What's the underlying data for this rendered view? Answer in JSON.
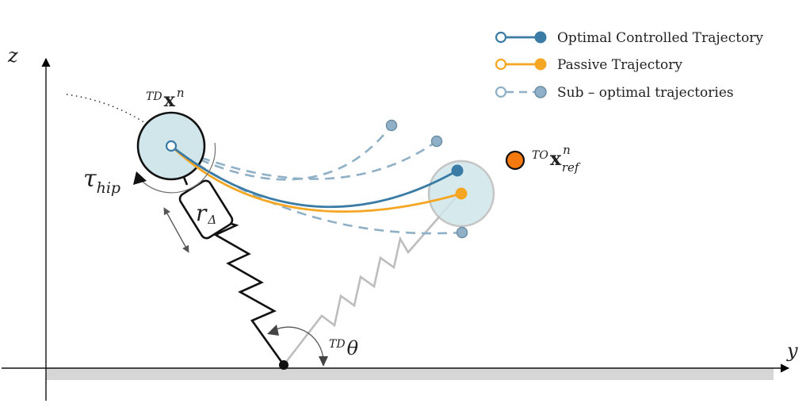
{
  "legend": {
    "items": [
      {
        "label": "Optimal Controlled Trajectory",
        "color": "#3a7ca5",
        "style": "solid"
      },
      {
        "label": "Passive Trajectory",
        "color": "#f5a623",
        "style": "solid"
      },
      {
        "label": "Sub – optimal trajectories",
        "color": "#8fb0c6",
        "style": "dashed"
      }
    ]
  },
  "axes": {
    "z_label": "z",
    "y_label": "y"
  },
  "labels": {
    "td_prefix": "TD",
    "state_symbol": "x",
    "state_superscript": "n",
    "to_prefix": "TO",
    "ref_superscript": "n",
    "ref_subscript": "ref",
    "tau": "τ",
    "tau_subscript": "hip",
    "r": "r",
    "r_subscript": "Δ",
    "theta_prefix": "TD",
    "theta": "θ"
  },
  "colors": {
    "optimal": "#3a7ca5",
    "passive": "#f5a623",
    "suboptimal": "#8fb0c6",
    "reference": "#f47a10",
    "body_fill": "#d0e6ea",
    "ground": "#d6d6d6"
  }
}
